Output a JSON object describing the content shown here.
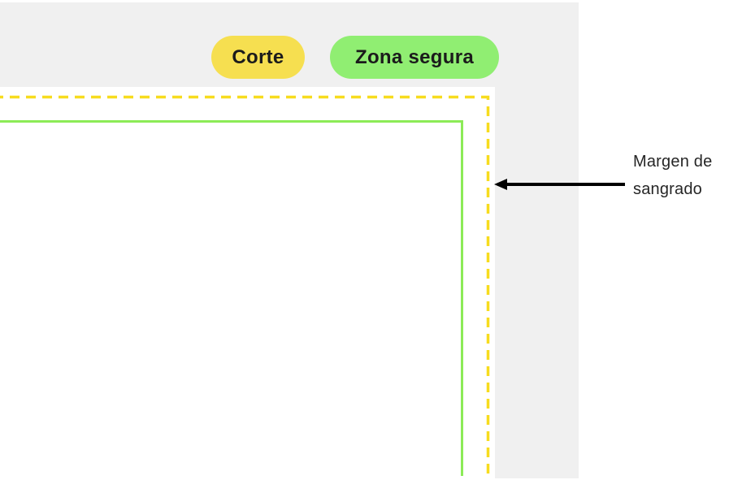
{
  "legend": {
    "corte": {
      "label": "Corte"
    },
    "zona_segura": {
      "label": "Zona segura"
    }
  },
  "annotation": {
    "line1": "Margen de",
    "line2": "sangrado"
  },
  "colors": {
    "corte_badge": "#F6DF50",
    "zona_segura_badge": "#90EE72",
    "cut_line": "#F7DC1E",
    "safe_zone_line": "#8CEB57",
    "pasteboard": "#F0F0F0",
    "arrow": "#000000",
    "badge_text": "#1B1B1B",
    "annotation_text": "#262626",
    "page": "#FFFFFF"
  }
}
